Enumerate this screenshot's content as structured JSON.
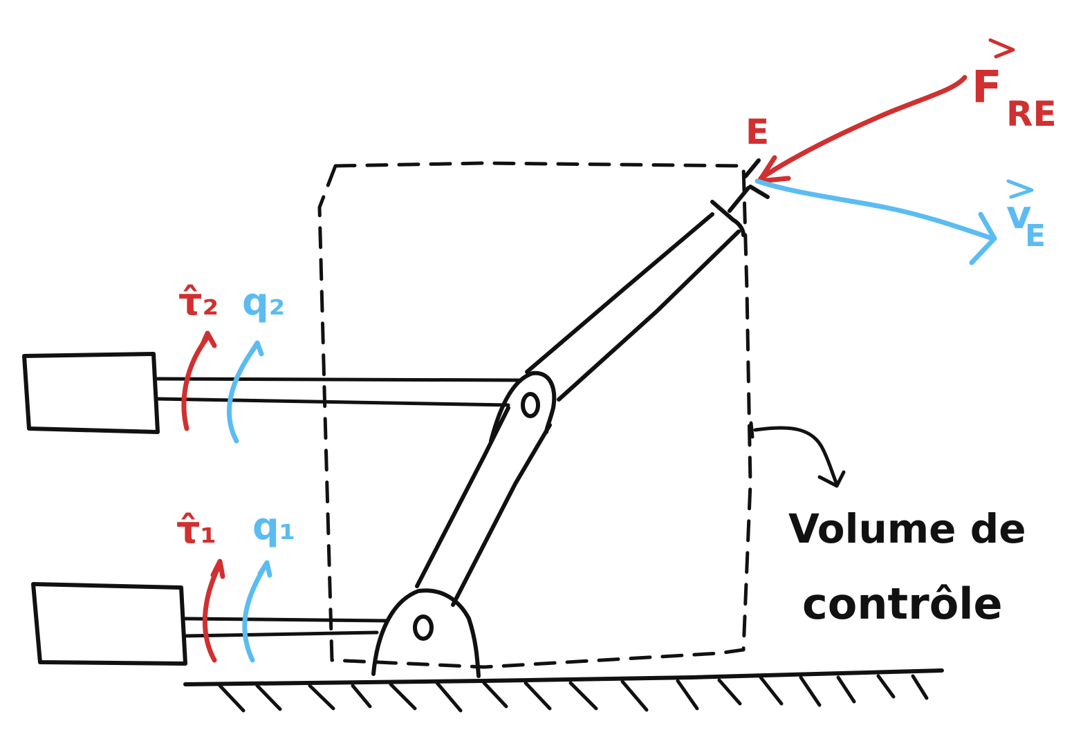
{
  "colors": {
    "ink": "#111111",
    "torque_red": "#d0302f",
    "velocity_blue": "#5bbcf2",
    "background": "#ffffff"
  },
  "labels": {
    "tau2": "τ̂₂",
    "q2": "q₂",
    "tau1": "τ̂₁",
    "q1": "q₁",
    "end_effector": "E",
    "force_vector": "F",
    "force_subscript": "RE",
    "velocity_vector": "v",
    "velocity_subscript": "E",
    "control_volume_line1": "Volume de",
    "control_volume_line2": "contrôle"
  },
  "icons": {
    "motor_1": "rectangle-actuator",
    "motor_2": "rectangle-actuator",
    "ground": "hatched-ground",
    "joint": "circle-pivot"
  }
}
